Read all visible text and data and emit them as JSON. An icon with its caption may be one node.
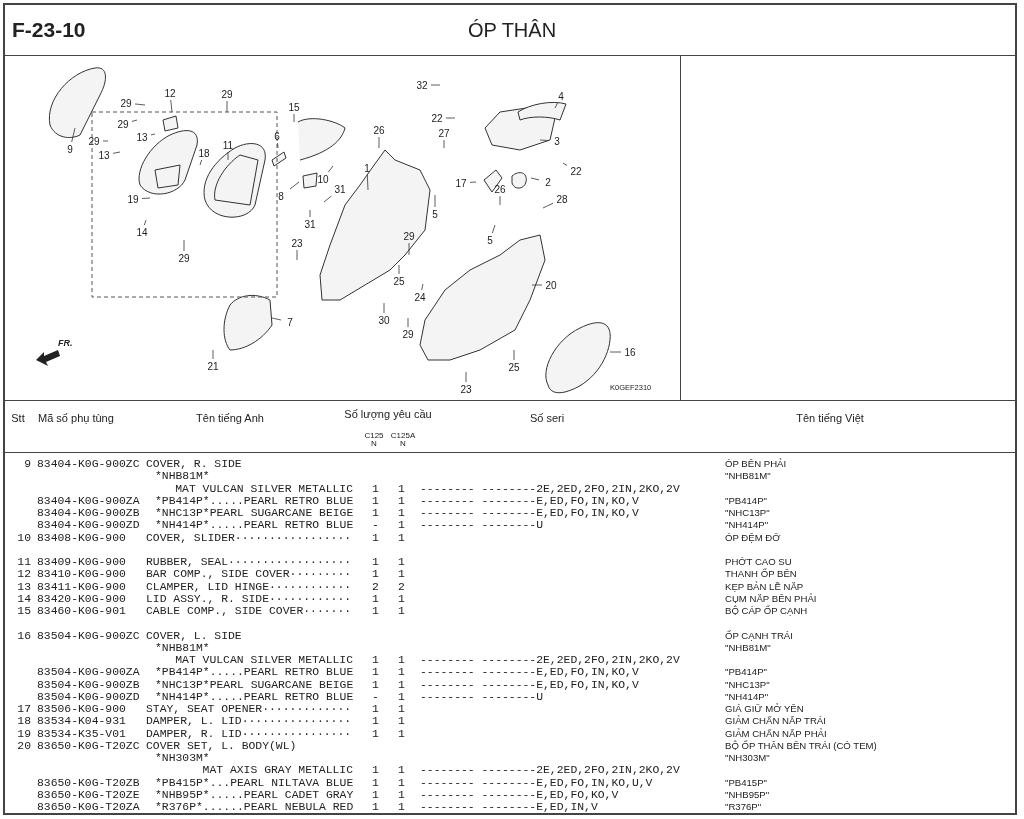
{
  "diagram": {
    "title": "ÓP THÂN",
    "nodes": [
      {
        "text": [
          "9"
        ]
      },
      {
        "text": [
          "29"
        ]
      },
      {
        "text": [
          "12"
        ]
      },
      {
        "text": [
          "29"
        ]
      },
      {
        "text": [
          "29"
        ]
      },
      {
        "text": [
          "13"
        ]
      },
      {
        "text": [
          "29"
        ]
      },
      {
        "text": [
          "13"
        ]
      },
      {
        "text": [
          "18"
        ]
      },
      {
        "text": [
          "11"
        ]
      },
      {
        "text": [
          "19"
        ]
      },
      {
        "text": [
          "14"
        ]
      },
      {
        "text": [
          "29"
        ]
      },
      {
        "text": [
          "15"
        ]
      },
      {
        "text": [
          "6"
        ]
      },
      {
        "text": [
          "10"
        ]
      },
      {
        "text": [
          "8"
        ]
      },
      {
        "text": [
          "31"
        ]
      },
      {
        "text": [
          "31"
        ]
      },
      {
        "text": [
          "26"
        ]
      },
      {
        "text": [
          "1"
        ]
      },
      {
        "text": [
          "5"
        ]
      },
      {
        "text": [
          "32"
        ]
      },
      {
        "text": [
          "22"
        ]
      },
      {
        "text": [
          "4"
        ]
      },
      {
        "text": [
          "27"
        ]
      },
      {
        "text": [
          "3"
        ]
      },
      {
        "text": [
          "22"
        ]
      },
      {
        "text": [
          "17"
        ]
      },
      {
        "text": [
          "2"
        ]
      },
      {
        "text": [
          "26"
        ]
      },
      {
        "text": [
          "28"
        ]
      },
      {
        "text": [
          "5"
        ]
      },
      {
        "text": [
          "23"
        ]
      },
      {
        "text": [
          "29"
        ]
      },
      {
        "text": [
          "25"
        ]
      },
      {
        "text": [
          "24"
        ]
      },
      {
        "text": [
          "20"
        ]
      },
      {
        "text": [
          "30"
        ]
      },
      {
        "text": [
          "29"
        ]
      },
      {
        "text": [
          "7"
        ]
      },
      {
        "text": [
          "21"
        ]
      },
      {
        "text": [
          "16"
        ]
      },
      {
        "text": [
          "23"
        ]
      },
      {
        "text": [
          "25"
        ]
      }
    ],
    "edges": [
      {
        "from": 0,
        "to": null,
        "arrow": "none"
      },
      {
        "from": 1,
        "to": null,
        "arrow": "none"
      },
      {
        "from": 2,
        "to": null,
        "arrow": "none"
      },
      {
        "from": 3,
        "to": null,
        "arrow": "none"
      },
      {
        "from": 4,
        "to": null,
        "arrow": "none"
      },
      {
        "from": 5,
        "to": null,
        "arrow": "none"
      },
      {
        "from": 6,
        "to": null,
        "arrow": "none"
      },
      {
        "from": 7,
        "to": null,
        "arrow": "none"
      },
      {
        "from": 8,
        "to": null,
        "arrow": "none"
      },
      {
        "from": 9,
        "to": null,
        "arrow": "none"
      },
      {
        "from": 10,
        "to": null,
        "arrow": "none"
      },
      {
        "from": 11,
        "to": null,
        "arrow": "none"
      },
      {
        "from": 12,
        "to": null,
        "arrow": "none"
      },
      {
        "from": 13,
        "to": null,
        "arrow": "none"
      },
      {
        "from": 14,
        "to": null,
        "arrow": "none"
      },
      {
        "from": 15,
        "to": null,
        "arrow": "none"
      },
      {
        "from": 16,
        "to": null,
        "arrow": "none"
      },
      {
        "from": 17,
        "to": null,
        "arrow": "none"
      },
      {
        "from": 18,
        "to": null,
        "arrow": "none"
      },
      {
        "from": 19,
        "to": null,
        "arrow": "none"
      },
      {
        "from": 20,
        "to": null,
        "arrow": "none"
      },
      {
        "from": 21,
        "to": null,
        "arrow": "none"
      },
      {
        "from": 22,
        "to": null,
        "arrow": "none"
      },
      {
        "from": 23,
        "to": null,
        "arrow": "none"
      },
      {
        "from": 24,
        "to": null,
        "arrow": "none"
      },
      {
        "from": 25,
        "to": null,
        "arrow": "none"
      },
      {
        "from": 26,
        "to": null,
        "arrow": "none"
      },
      {
        "from": 27,
        "to": null,
        "arrow": "none"
      },
      {
        "from": 28,
        "to": null,
        "arrow": "none"
      },
      {
        "from": 29,
        "to": null,
        "arrow": "none"
      },
      {
        "from": 30,
        "to": null,
        "arrow": "none"
      },
      {
        "from": 31,
        "to": null,
        "arrow": "none"
      },
      {
        "from": 32,
        "to": null,
        "arrow": "none"
      },
      {
        "from": 33,
        "to": null,
        "arrow": "none"
      },
      {
        "from": 34,
        "to": null,
        "arrow": "none"
      },
      {
        "from": 35,
        "to": null,
        "arrow": "none"
      },
      {
        "from": 36,
        "to": null,
        "arrow": "none"
      },
      {
        "from": 37,
        "to": null,
        "arrow": "none"
      },
      {
        "from": 38,
        "to": null,
        "arrow": "none"
      },
      {
        "from": 39,
        "to": null,
        "arrow": "none"
      },
      {
        "from": 40,
        "to": null,
        "arrow": "none"
      },
      {
        "from": 41,
        "to": null,
        "arrow": "none"
      },
      {
        "from": 42,
        "to": null,
        "arrow": "none"
      },
      {
        "from": 43,
        "to": null,
        "arrow": "none"
      },
      {
        "from": 44,
        "to": null,
        "arrow": "none"
      }
    ],
    "labels": [
      "F-23-10",
      "FR.",
      "K0GEF2310",
      "Stt",
      "Mã số phụ tùng",
      "Tên tiếng Anh",
      "Số lượng yêu cầu",
      "Số seri",
      "Tên tiếng Việt",
      "C125 N",
      "C125A N",
      "9",
      "83404-K0G-900ZC",
      "COVER, R. SIDE",
      "ÓP BÊN PHẢI",
      "*NHB81M*",
      "\"NHB81M\"",
      "MAT VULCAN SILVER METALLIC",
      "1",
      "1",
      "-------- --------2E,2ED,2FO,2IN,2KO,2V",
      "83404-K0G-900ZA",
      "*PB414P*.....PEARL RETRO BLUE",
      "1",
      "1",
      "-------- --------E,ED,FO,IN,KO,V",
      "\"PB414P\"",
      "83404-K0G-900ZB",
      "*NHC13P*PEARL SUGARCANE BEIGE",
      "1",
      "1",
      "-------- --------E,ED,FO,IN,KO,V",
      "\"NHC13P\"",
      "83404-K0G-900ZD",
      "*NH414P*.....PEARL RETRO BLUE",
      "-",
      "1",
      "-------- --------U",
      "\"NH414P\"",
      "10",
      "83408-K0G-900",
      "COVER, SLIDER·················",
      "1",
      "1",
      "ÓP ĐỆM ĐỠ",
      "11",
      "83409-K0G-900",
      "RUBBER, SEAL··················",
      "1",
      "1",
      "PHỚT CAO SU",
      "12",
      "83410-K0G-900",
      "BAR COMP., SIDE COVER·········",
      "1",
      "1",
      "THANH ỐP BÊN",
      "13",
      "83411-K0G-900",
      "CLAMPER, LID HINGE············",
      "2",
      "2",
      "KẸP BẢN LỀ NẮP",
      "14",
      "83420-K0G-900",
      "LID ASSY., R. SIDE············",
      "1",
      "1",
      "CỤM NẮP BÊN PHẢI",
      "15",
      "83460-K0G-901",
      "CABLE COMP., SIDE COVER·······",
      "1",
      "1",
      "BỘ CÁP ỐP CẠNH",
      "16",
      "83504-K0G-900ZC",
      "COVER, L. SIDE",
      "ỐP CẠNH TRÁI",
      "*NHB81M*",
      "\"NHB81M\"",
      "MAT VULCAN SILVER METALLIC",
      "1",
      "1",
      "-------- --------2E,2ED,2FO,2IN,2KO,2V",
      "83504-K0G-900ZA",
      "*PB414P*.....PEARL RETRO BLUE",
      "1",
      "1",
      "-------- --------E,ED,FO,IN,KO,V",
      "\"PB414P\"",
      "83504-K0G-900ZB",
      "*NHC13P*PEARL SUGARCANE BEIGE",
      "1",
      "1",
      "-------- --------E,ED,FO,IN,KO,V",
      "\"NHC13P\"",
      "83504-K0G-900ZD",
      "*NH414P*.....PEARL RETRO BLUE",
      "-",
      "1",
      "-------- --------U",
      "\"NH414P\"",
      "17",
      "83506-K0G-900",
      "STAY, SEAT OPENER·············",
      "1",
      "1",
      "GIÁ GIỮ MỞ YÊN",
      "18",
      "83534-K04-931",
      "DAMPER, L. LID················",
      "1",
      "1",
      "GIẢM CHẤN NẮP TRÁI",
      "19",
      "83534-K35-V01",
      "DAMPER, R. LID················",
      "1",
      "1",
      "GIẢM CHẤN NẮP PHẢI",
      "20",
      "83650-K0G-T20ZC",
      "COVER SET, L. BODY(WL)",
      "BỘ ỐP THÂN BÊN TRÁI (CÓ TEM)",
      "*NH303M*",
      "\"NH303M\"",
      "MAT AXIS GRAY METALLIC",
      "1",
      "1",
      "-------- --------2E,2ED,2FO,2IN,2KO,2V",
      "83650-K0G-T20ZB",
      "*PB415P*...PEARL NILTAVA BLUE",
      "1",
      "1",
      "-------- --------E,ED,FO,IN,KO,U,V",
      "\"PB415P\"",
      "83650-K0G-T20ZE",
      "*NHB95P*.....PEARL CADET GRAY",
      "1",
      "1",
      "-------- --------E,ED,FO,KO,V",
      "\"NHB95P\"",
      "83650-K0G-T20ZA",
      "*R376P*......PEARL NEBULA RED",
      "1",
      "1",
      "-------- --------E,ED,IN,V",
      "\"R376P\""
    ]
  }
}
